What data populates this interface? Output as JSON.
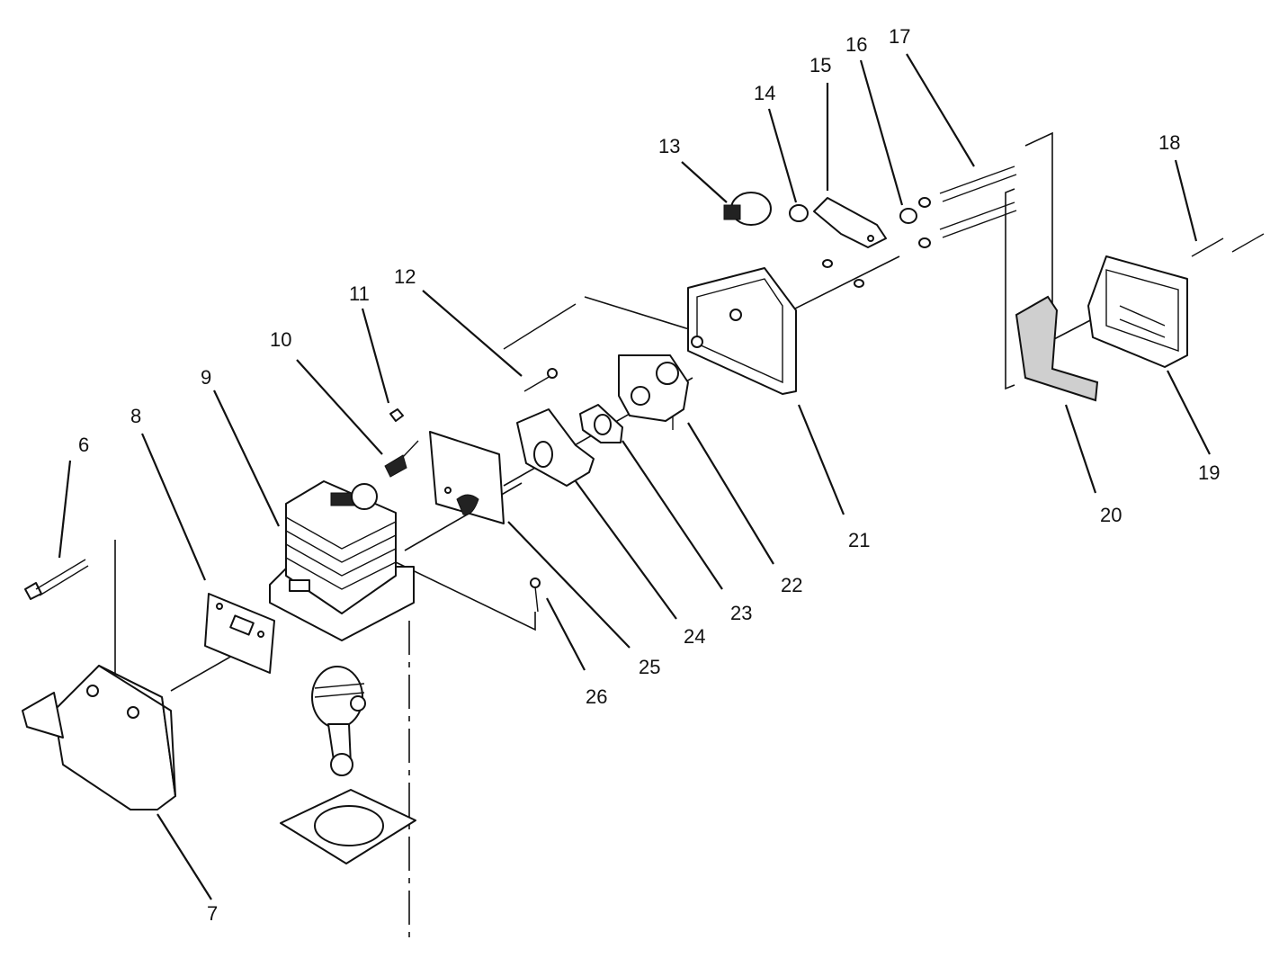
{
  "callouts": [
    "6",
    "7",
    "8",
    "9",
    "10",
    "11",
    "12",
    "13",
    "14",
    "15",
    "16",
    "17",
    "18",
    "19",
    "20",
    "21",
    "22",
    "23",
    "24",
    "25",
    "26"
  ]
}
